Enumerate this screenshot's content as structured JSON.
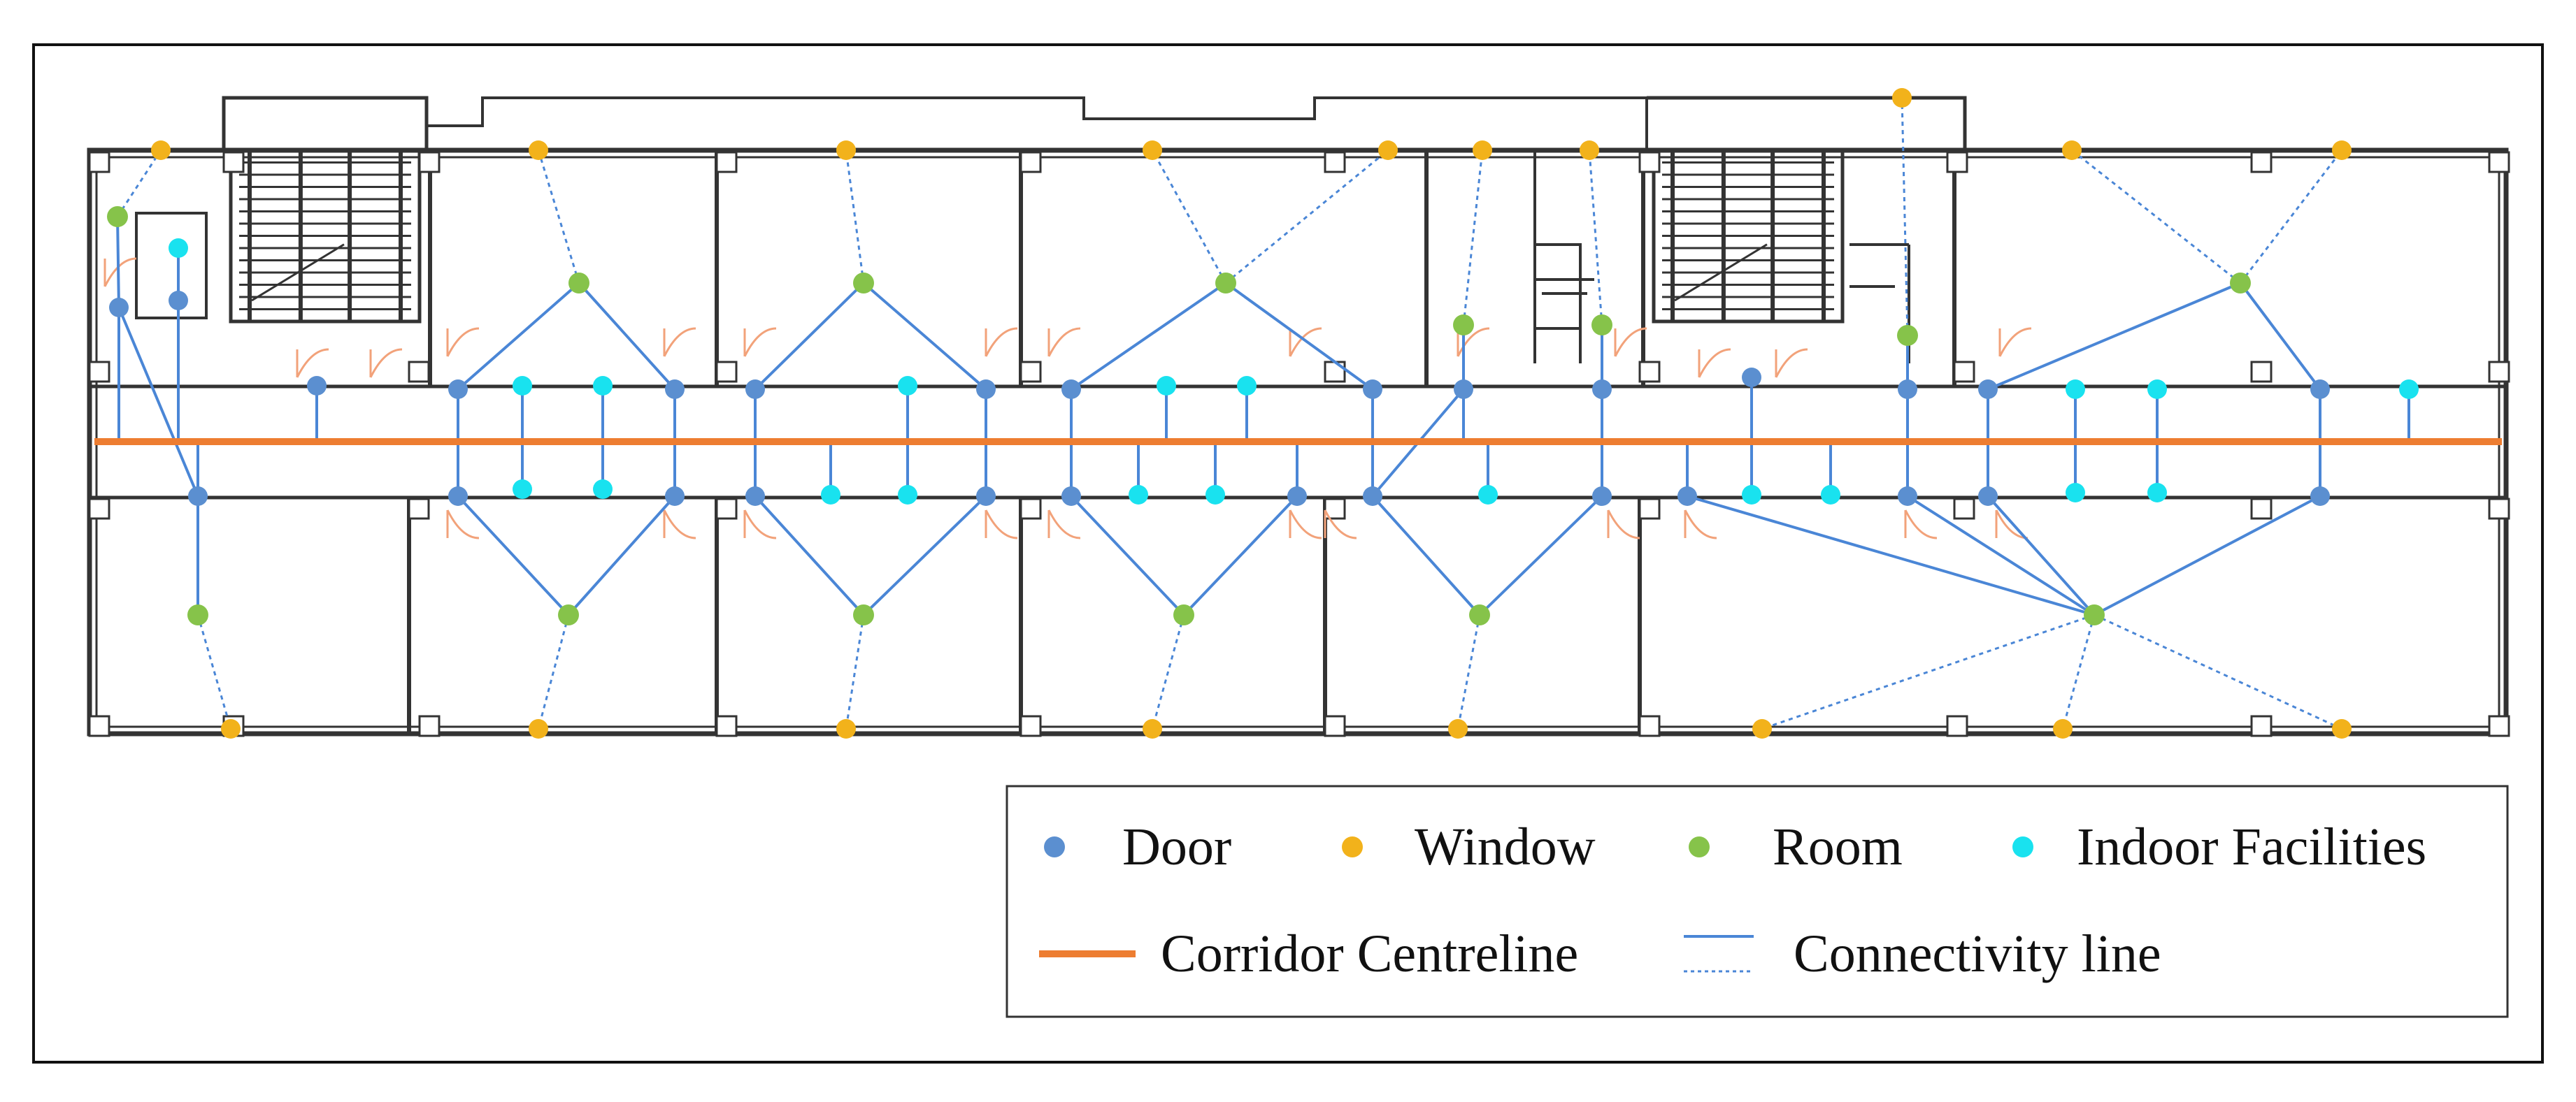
{
  "legend": {
    "items": [
      {
        "label": "Door",
        "color": "#5b8fd0",
        "shape": "dot"
      },
      {
        "label": "Window",
        "color": "#f2b21b",
        "shape": "dot"
      },
      {
        "label": "Room",
        "color": "#86c34a",
        "shape": "dot"
      },
      {
        "label": "Indoor Facilities",
        "color": "#19e2ef",
        "shape": "dot"
      }
    ],
    "lines": [
      {
        "label": "Corridor Centreline",
        "color": "#ed7d31",
        "shape": "thick-line"
      },
      {
        "label": "Connectivity line",
        "color": "#4a86d6",
        "shape": "solid-and-dotted-line"
      }
    ]
  },
  "colors": {
    "door": "#5b8fd0",
    "window": "#f2b21b",
    "room": "#86c34a",
    "facility": "#19e2ef",
    "corridor": "#ed7d31",
    "connectivity": "#4a86d6",
    "walls": "#333333",
    "door_swing": "#f2a27a"
  }
}
